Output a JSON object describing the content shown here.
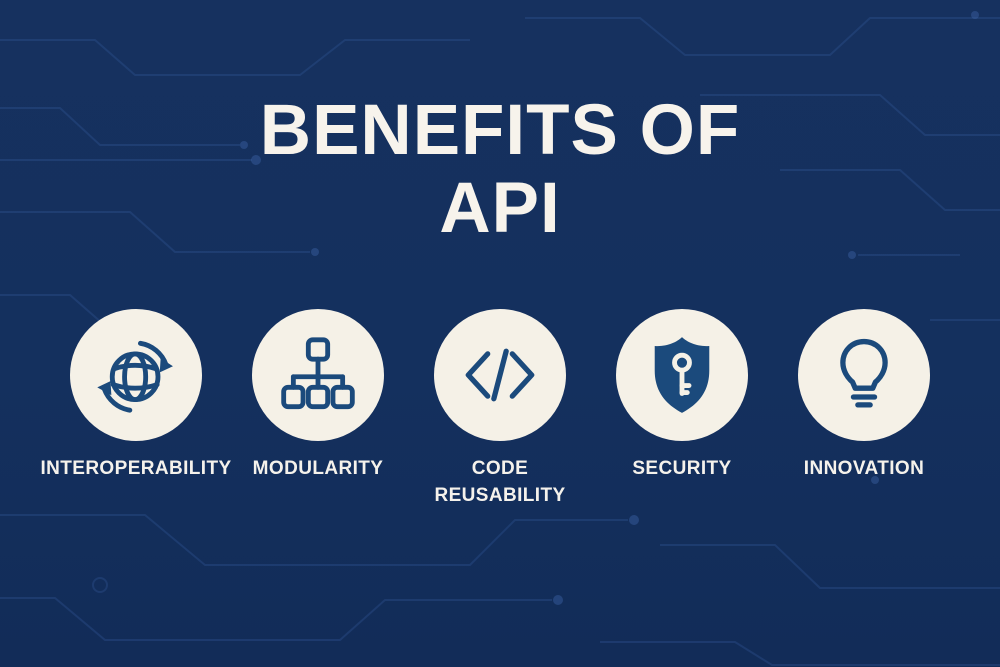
{
  "poster": {
    "title_line1": "BENEFITS OF",
    "title_line2": "API"
  },
  "benefits": [
    {
      "label": "INTEROPERABILITY",
      "icon": "globe-sync-icon"
    },
    {
      "label": "MODULARITY",
      "icon": "hierarchy-icon"
    },
    {
      "label": "CODE REUSABILITY",
      "icon": "code-brackets-icon"
    },
    {
      "label": "SECURITY",
      "icon": "shield-key-icon"
    },
    {
      "label": "INNOVATION",
      "icon": "lightbulb-icon"
    }
  ],
  "colors": {
    "background": "#14305e",
    "title_text": "#f7f3ec",
    "circle_fill": "#f5f1e7",
    "icon_navy": "#1b4a7c",
    "label_text": "#f5f2ec",
    "circuit_trace": "#3b62a4"
  }
}
